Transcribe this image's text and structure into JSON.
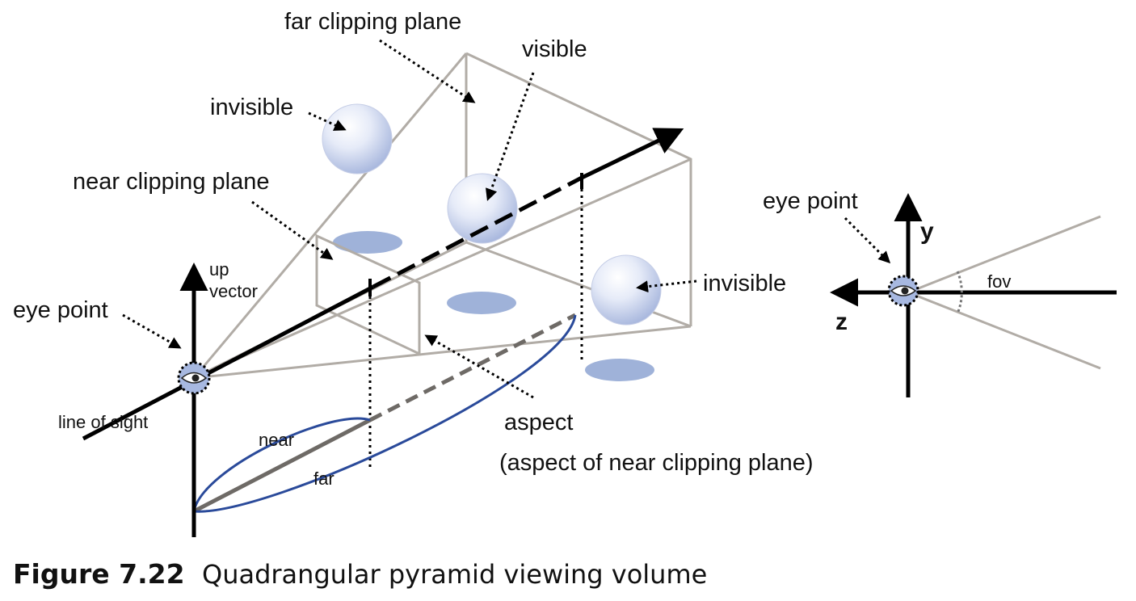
{
  "labels": {
    "far_clipping_plane": "far clipping plane",
    "visible": "visible",
    "invisible_top": "invisible",
    "near_clipping_plane": "near clipping plane",
    "invisible_right": "invisible",
    "up": "up",
    "vector": "vector",
    "eye_point_left": "eye point",
    "line_of_sight": "line of sight",
    "near": "near",
    "far": "far",
    "aspect": "aspect",
    "aspect_note": "(aspect of near clipping plane)",
    "eye_point_right": "eye point",
    "axis_y": "y",
    "axis_z": "z",
    "fov": "fov"
  },
  "caption": {
    "figure_number": "Figure 7.22",
    "title": "Quadrangular pyramid viewing volume"
  },
  "colors": {
    "frustum_edge": "#b1aca6",
    "sphere": "#c7d1ec",
    "shadow": "#9fb2d9",
    "bracket": "#2a4a9a",
    "dashed_axis": "#6e6a66"
  }
}
